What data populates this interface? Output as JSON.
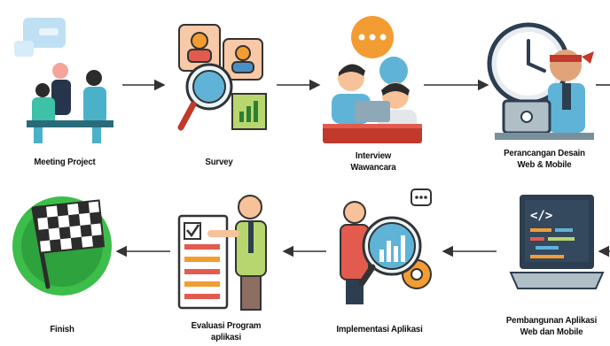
{
  "steps": [
    {
      "lines": [
        "Meeting Project"
      ],
      "icon": "meeting-people-icon"
    },
    {
      "lines": [
        "Survey"
      ],
      "icon": "survey-magnifier-icon"
    },
    {
      "lines": [
        "Interview",
        "Wawancara"
      ],
      "icon": "interview-chat-icon"
    },
    {
      "lines": [
        "Perancangan Desain",
        "Web & Mobile"
      ],
      "icon": "designer-clock-icon"
    },
    {
      "lines": [
        "Pembangunan Aplikasi",
        "Web dan Mobile"
      ],
      "icon": "laptop-code-icon"
    },
    {
      "lines": [
        "Implementasi Aplikasi"
      ],
      "icon": "implementation-analytics-icon"
    },
    {
      "lines": [
        "Evaluasi Program",
        "aplikasi"
      ],
      "icon": "evaluation-checklist-icon"
    },
    {
      "lines": [
        "Finish"
      ],
      "icon": "finish-flag-icon"
    }
  ],
  "colors": {
    "arrow": "#333333",
    "accent_blue": "#5fb3d6",
    "accent_orange": "#f39c32"
  }
}
